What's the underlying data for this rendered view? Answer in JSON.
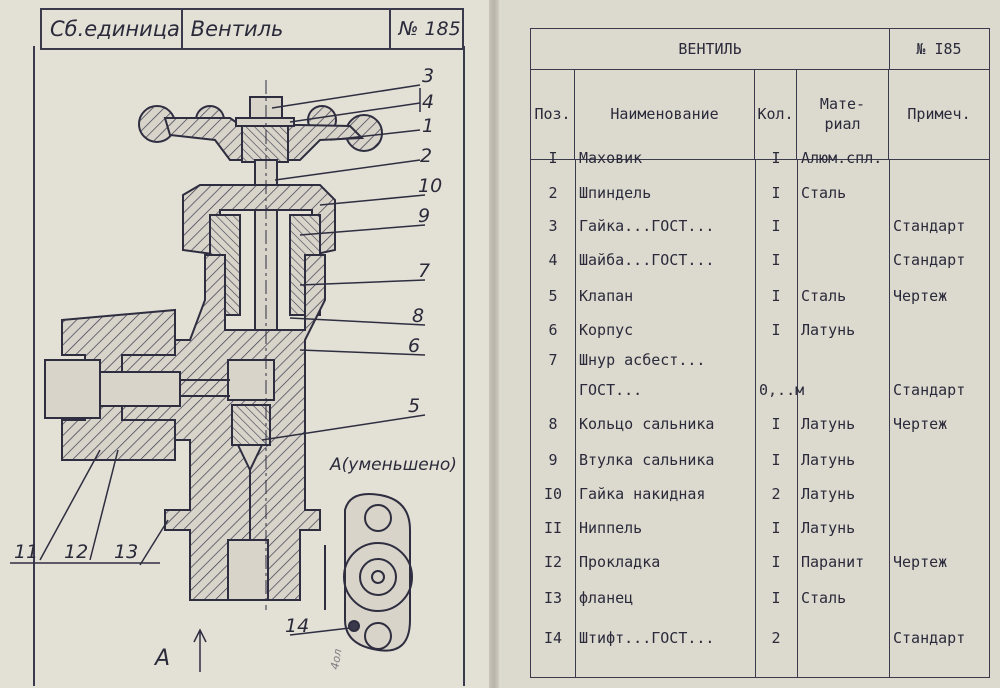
{
  "title_block": {
    "type": "Сб.единица",
    "name": "Вентиль",
    "number": "№ 185"
  },
  "drawing": {
    "callouts": [
      "3",
      "4",
      "1",
      "2",
      "10",
      "9",
      "7",
      "8",
      "6",
      "5",
      "11",
      "12",
      "13",
      "14"
    ],
    "view_label": "A(уменьшено)",
    "arrow_label": "A",
    "stamp": "4ол"
  },
  "spec": {
    "title": "ВЕНТИЛЬ",
    "number": "№ I85",
    "columns": {
      "pos": "Поз.",
      "name": "Наименование",
      "qty": "Кол.",
      "material_1": "Мате-",
      "material_2": "риал",
      "note": "Примеч."
    },
    "rows": [
      {
        "pos": "I",
        "name": "Маховик",
        "qty": "I",
        "material": "Алюм.спл.",
        "note": ""
      },
      {
        "pos": "2",
        "name": "Шпиндель",
        "qty": "I",
        "material": "Сталь",
        "note": ""
      },
      {
        "pos": "3",
        "name": "Гайка...ГОСТ...",
        "qty": "I",
        "material": "",
        "note": "Стандарт"
      },
      {
        "pos": "4",
        "name": "Шайба...ГОСТ...",
        "qty": "I",
        "material": "",
        "note": "Стандарт"
      },
      {
        "pos": "5",
        "name": "Клапан",
        "qty": "I",
        "material": "Сталь",
        "note": "Чертеж"
      },
      {
        "pos": "6",
        "name": "Корпус",
        "qty": "I",
        "material": "Латунь",
        "note": ""
      },
      {
        "pos": "7",
        "name": "Шнур асбест...",
        "name2": "ГОСТ...",
        "qty": "0,..м",
        "material": "",
        "note": "Стандарт"
      },
      {
        "pos": "8",
        "name": "Кольцо сальника",
        "qty": "I",
        "material": "Латунь",
        "note": "Чертеж"
      },
      {
        "pos": "9",
        "name": "Втулка сальника",
        "qty": "I",
        "material": "Латунь",
        "note": ""
      },
      {
        "pos": "I0",
        "name": "Гайка накидная",
        "qty": "2",
        "material": "Латунь",
        "note": ""
      },
      {
        "pos": "II",
        "name": "Ниппель",
        "qty": "I",
        "material": "Латунь",
        "note": ""
      },
      {
        "pos": "I2",
        "name": "Прокладка",
        "qty": "I",
        "material": "Паранит",
        "note": "Чертеж"
      },
      {
        "pos": "I3",
        "name": "фланец",
        "qty": "I",
        "material": "Сталь",
        "note": ""
      },
      {
        "pos": "I4",
        "name": "Штифт...ГОСТ...",
        "qty": "2",
        "material": "",
        "note": "Стандарт"
      }
    ]
  }
}
